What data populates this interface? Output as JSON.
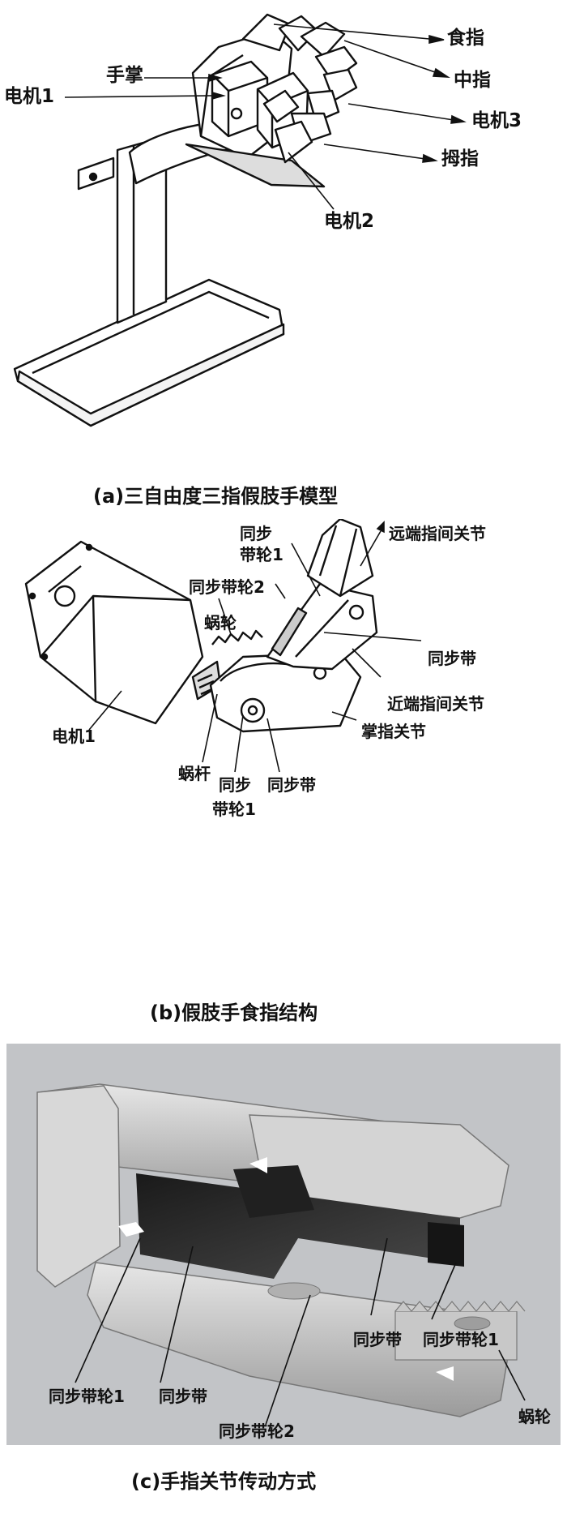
{
  "panel_a": {
    "caption": "(a)三自由度三指假肢手模型",
    "labels": {
      "shizhi": "食指",
      "shouzhang": "手掌",
      "zhongzhi": "中指",
      "dianji1": "电机1",
      "dianji3": "电机3",
      "muzhi": "拇指",
      "dianji2": "电机2"
    }
  },
  "panel_b": {
    "caption": "(b)假肢手食指结构",
    "labels": {
      "tongbu_dailun1_top_a": "同步",
      "tongbu_dailun1_top_b": "带轮1",
      "yuanduan": "远端指间关节",
      "tongbu_dailun2": "同步带轮2",
      "wolun": "蜗轮",
      "tongbudai_right": "同步带",
      "jinduan": "近端指间关节",
      "dianji1": "电机1",
      "zhangzhi": "掌指关节",
      "wogan": "蜗杆",
      "tongbu_bottom_a": "同步",
      "tongbu_bottom_b": "带轮1",
      "tongbudai_bottom": "同步带"
    }
  },
  "panel_c": {
    "caption": "(c)手指关节传动方式",
    "labels": {
      "tongbudai_mid": "同步带",
      "tongbu_dailun1_right": "同步带轮1",
      "tongbu_dailun1_left": "同步带轮1",
      "tongbudai_left": "同步带",
      "tongbu_dailun2": "同步带轮2",
      "wolun": "蜗轮"
    }
  }
}
